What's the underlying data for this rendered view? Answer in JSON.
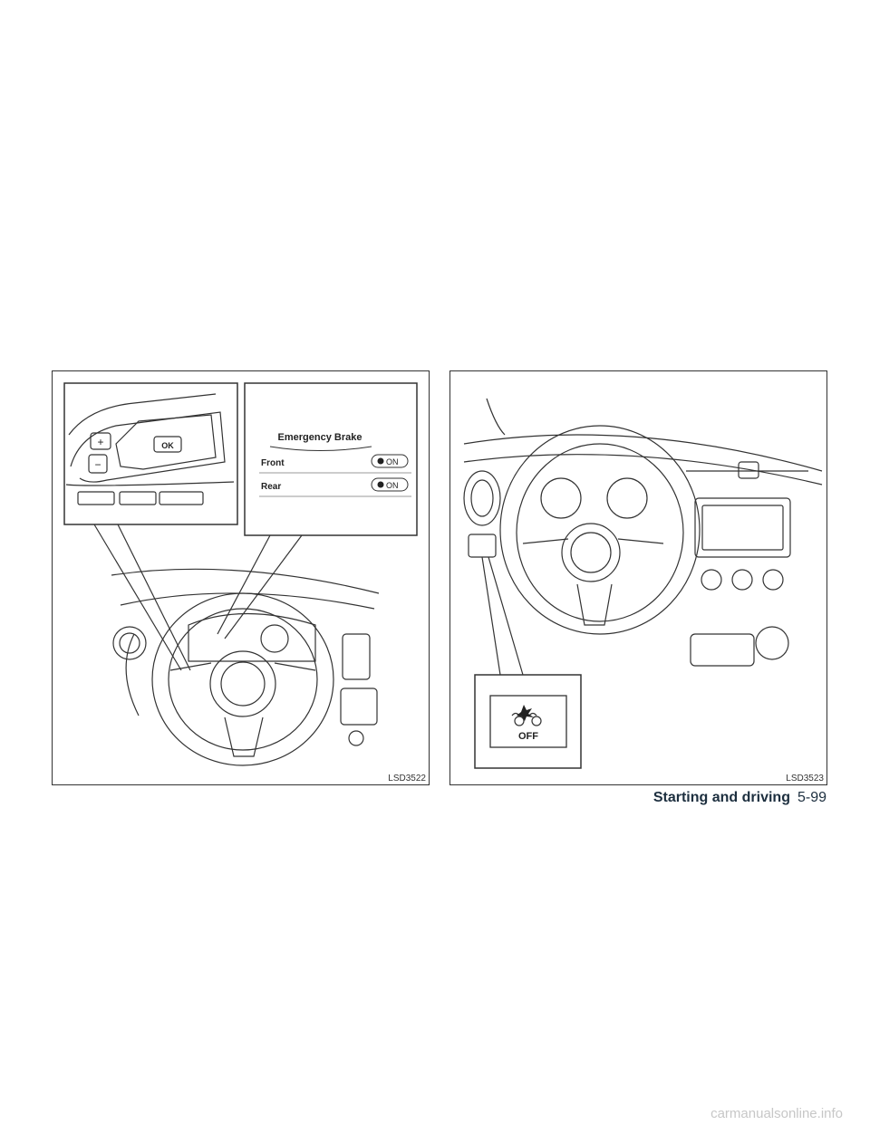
{
  "figures": [
    {
      "code": "LSD3522",
      "menu": {
        "title": "Emergency Brake",
        "rows": [
          {
            "label": "Front",
            "status": "ON"
          },
          {
            "label": "Rear",
            "status": "ON"
          }
        ]
      },
      "buttons": {
        "ok": "OK",
        "plus": "+",
        "minus": "−"
      }
    },
    {
      "code": "LSD3523",
      "switch_label": "OFF"
    }
  ],
  "footer": {
    "section": "Starting and driving",
    "page": "5-99"
  },
  "watermark": "carmanualsonline.info"
}
